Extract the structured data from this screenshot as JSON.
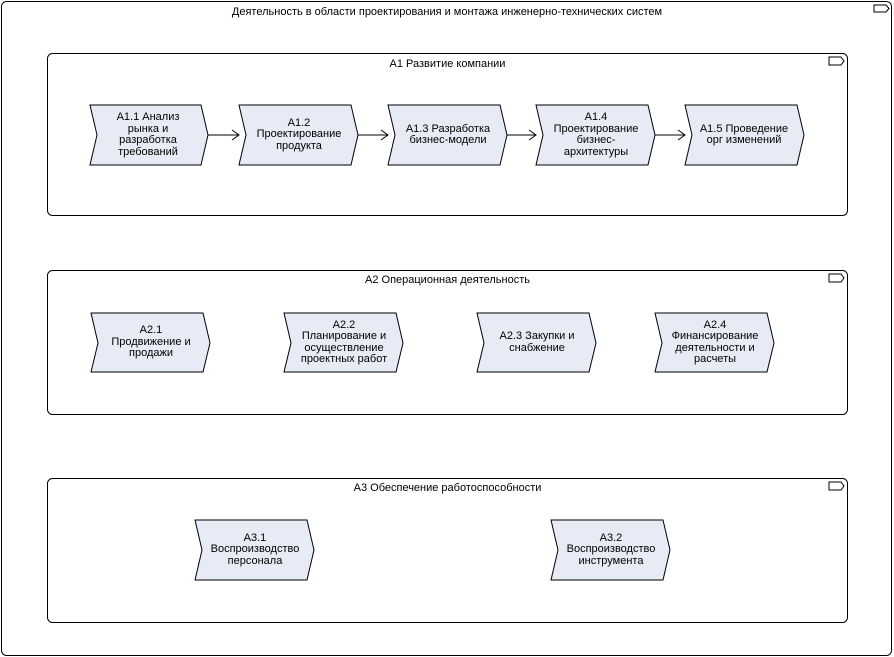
{
  "main": {
    "title": "Деятельность в области проектирования и монтажа инженерно-технических систем"
  },
  "groups": [
    {
      "title": "А1 Развитие компании",
      "steps": [
        "А1.1 Анализ рынка и разработка требований",
        "А1.2 Проектирование продукта",
        "А1.3 Разработка бизнес-модели",
        "А1.4 Проектирование бизнес-архитектуры",
        "А1.5 Проведение орг изменений"
      ]
    },
    {
      "title": "А2 Операционная деятельность",
      "steps": [
        "А2.1 Продвижение и продажи",
        "А2.2 Планирование и осуществление проектных работ",
        "А2.3 Закупки и снабжение",
        "А2.4 Финансирование деятельности и расчеты"
      ]
    },
    {
      "title": "А3 Обеспечение работоспособности",
      "steps": [
        "А3.1 Воспроизводство персонала",
        "А3.2 Воспроизводство инструмента"
      ]
    }
  ]
}
